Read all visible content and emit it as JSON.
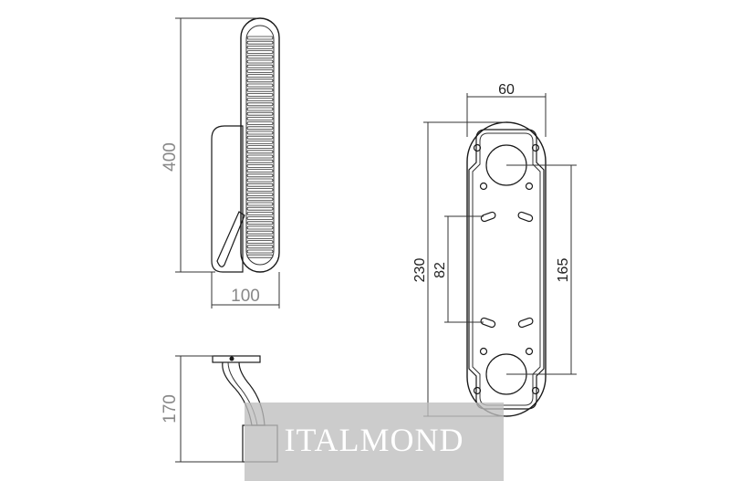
{
  "dimensions": {
    "side_height": "400",
    "side_width": "100",
    "base_height": "170",
    "plate_width": "60",
    "plate_height": "230",
    "slot_spacing": "82",
    "hole_spacing": "165"
  },
  "watermark": {
    "brand": "ITALMOND"
  },
  "colors": {
    "line": "#1a1a1a",
    "dimension_grey": "#888888",
    "watermark_bg": "#bebebe"
  }
}
